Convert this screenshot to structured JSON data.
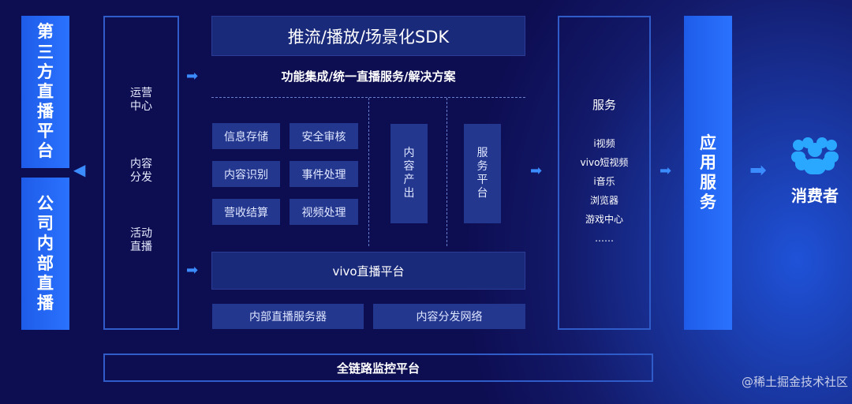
{
  "left_boxes": {
    "third_party": [
      "第",
      "三",
      "方",
      "直",
      "播",
      "平",
      "台"
    ],
    "internal": [
      "公",
      "司",
      "内",
      "部",
      "直",
      "播"
    ]
  },
  "ops_column": {
    "groups": [
      [
        "运营",
        "中心"
      ],
      [
        "内容",
        "分发"
      ],
      [
        "活动",
        "直播"
      ]
    ]
  },
  "sdk_title": "推流/播放/场景化SDK",
  "function_title": "功能集成/统一直播服务/解决方案",
  "feature_cells": [
    "信息存储",
    "安全审核",
    "内容识别",
    "事件处理",
    "营收结算",
    "视频处理"
  ],
  "content_output": [
    "内",
    "容",
    "产",
    "出"
  ],
  "service_platform": [
    "服",
    "务",
    "平",
    "台"
  ],
  "vivo_platform": "vivo直播平台",
  "bottom_cells": [
    "内部直播服务器",
    "内容分发网络"
  ],
  "services": {
    "title": "服务",
    "items": [
      "i视频",
      "vivo短视频",
      "i音乐",
      "浏览器",
      "游戏中心",
      "……"
    ]
  },
  "app_service": [
    "应",
    "用",
    "服",
    "务"
  ],
  "consumer_label": "消费者",
  "monitor_bar": "全链路监控平台",
  "watermark": "@稀土掘金技术社区",
  "colors": {
    "accent": "#2a72ff",
    "background": "#0d0d52",
    "arrow": "#3b8cff",
    "icon": "#2aa8ff"
  }
}
